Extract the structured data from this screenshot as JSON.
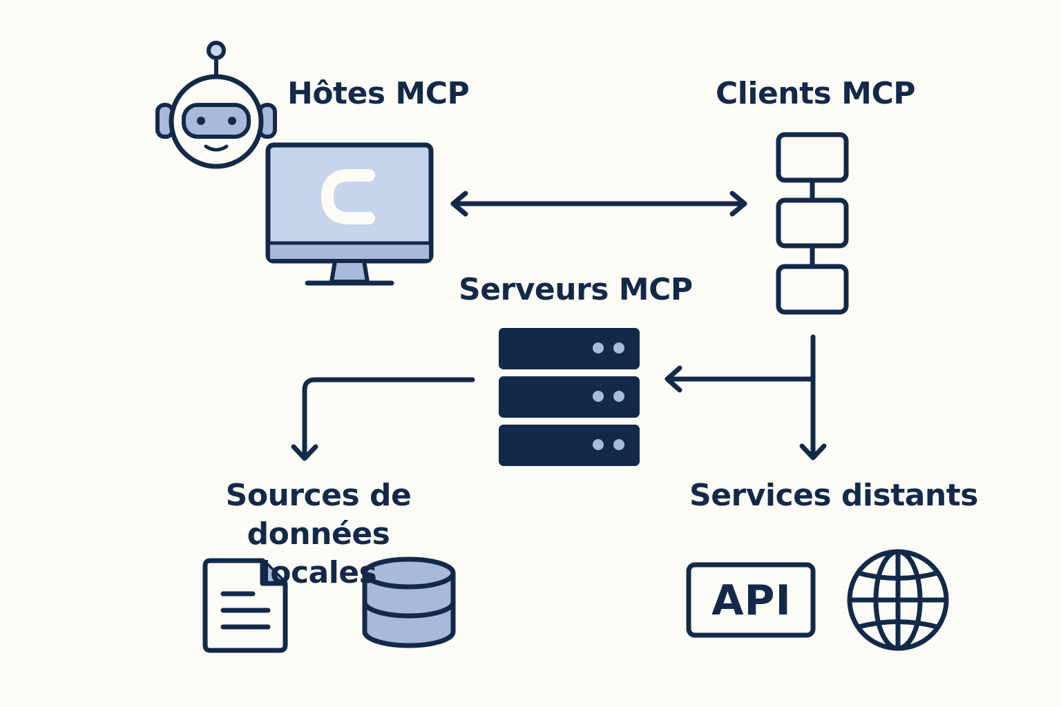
{
  "labels": {
    "hosts": "Hôtes MCP",
    "clients": "Clients MCP",
    "servers": "Serveurs MCP",
    "local_sources_line1": "Sources de données",
    "local_sources_line2": "locales",
    "remote_services": "Services distants",
    "api": "API"
  },
  "icons": {
    "host_robot": "robot-icon",
    "host_monitor": "monitor-icon",
    "clients": "stacked-boxes-icon",
    "servers": "server-rack-icon",
    "local_document": "document-icon",
    "local_database": "database-icon",
    "remote_api": "api-box-icon",
    "remote_web": "globe-icon"
  },
  "colors": {
    "background": "#fdfbf5",
    "ink": "#12294a",
    "accent_light": "#c6d4ee",
    "accent_mid": "#a9b9dc"
  }
}
